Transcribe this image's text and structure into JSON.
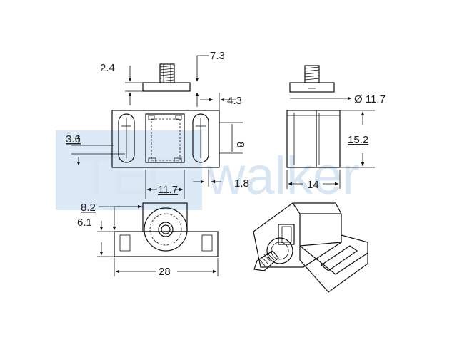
{
  "watermark": {
    "part1": "TEC",
    "part2": "walker"
  },
  "dimensions": {
    "d_2_4": "2.4",
    "d_7_3": "7.3",
    "d_4_3": "4.3",
    "d_11_7_dia": "Ø 11.7",
    "d_3_6": "3.6",
    "d_8": "8",
    "d_15_2": "15.2",
    "d_11_7": "11.7",
    "d_1_8": "1.8",
    "d_14": "14",
    "d_8_2": "8.2",
    "d_6_1": "6.1",
    "d_28": "28"
  }
}
